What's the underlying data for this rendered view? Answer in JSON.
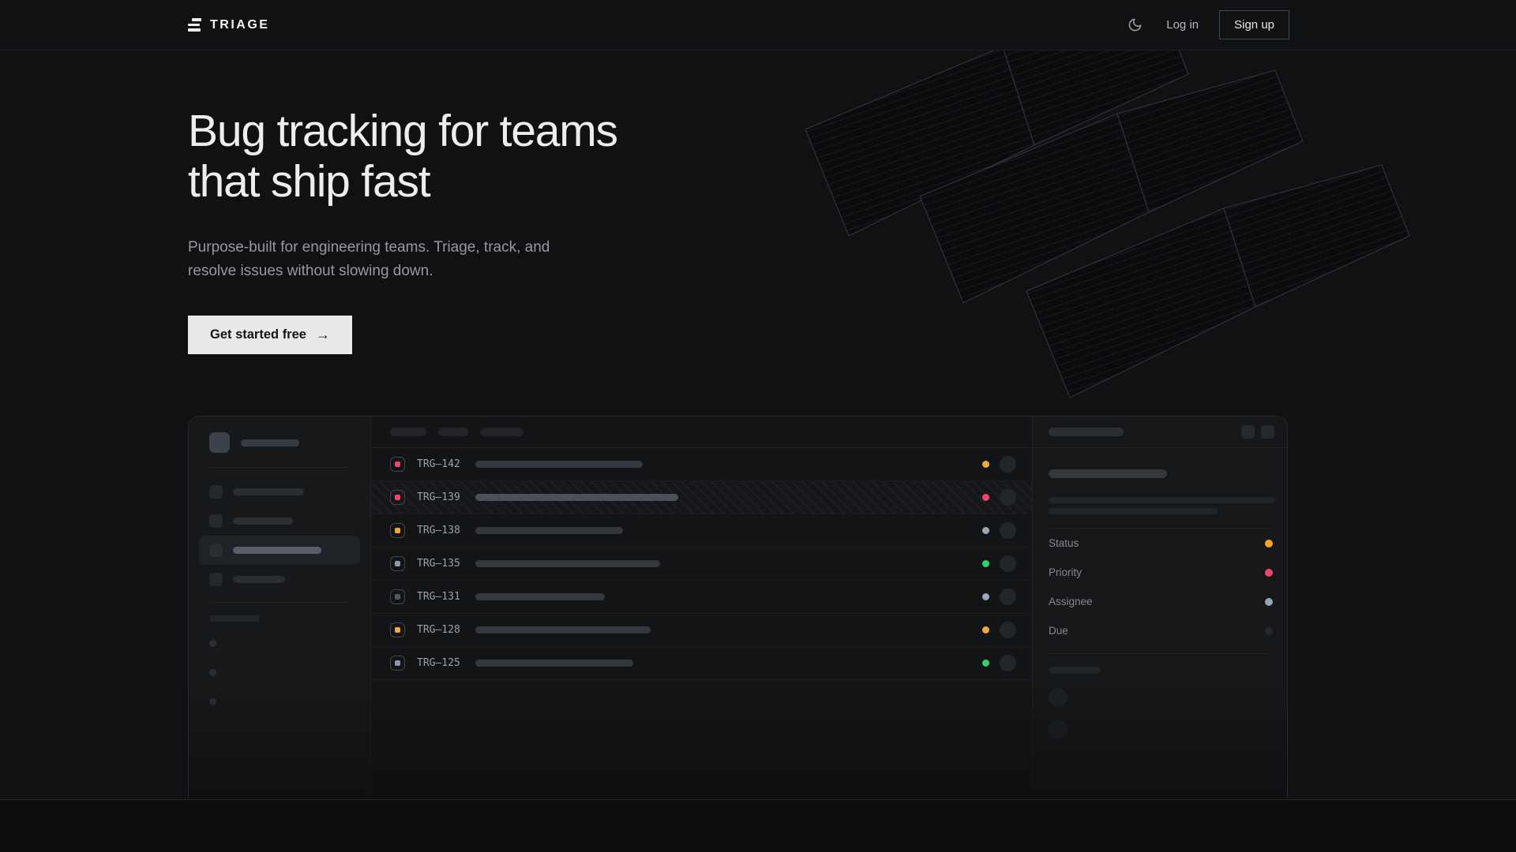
{
  "nav": {
    "brand": "TRIAGE",
    "login_label": "Log in",
    "signup_label": "Sign up",
    "theme_icon": "moon"
  },
  "hero": {
    "title_lines": [
      "Bug tracking for teams",
      "that ship fast"
    ],
    "subtitle_lines": [
      "Purpose-built for engineering teams. Triage, track, and",
      "resolve issues without slowing down."
    ],
    "cta_label": "Get started free",
    "cta_arrow": "→"
  },
  "mockup": {
    "issues": [
      {
        "id": "TRG–142",
        "icon_color": "#f0436e",
        "status_color": "#f2a93b",
        "title_w": 212,
        "selected": false
      },
      {
        "id": "TRG–139",
        "icon_color": "#f0436e",
        "status_color": "#f0436e",
        "title_w": 257,
        "selected": true
      },
      {
        "id": "TRG–138",
        "icon_color": "#f2a93b",
        "status_color": "#9aa8bf",
        "title_w": 187,
        "selected": false
      },
      {
        "id": "TRG–135",
        "icon_color": "#8e99ab",
        "status_color": "#2fd36f",
        "title_w": 234,
        "selected": false
      },
      {
        "id": "TRG–131",
        "icon_color": "#53575e",
        "status_color": "#9aa8bf",
        "title_w": 164,
        "selected": false
      },
      {
        "id": "TRG–128",
        "icon_color": "#f2a93b",
        "status_color": "#f2a93b",
        "title_w": 222,
        "selected": false
      },
      {
        "id": "TRG–125",
        "icon_color": "#8e99ab",
        "status_color": "#2fd36f",
        "title_w": 200,
        "selected": false
      }
    ],
    "detail_fields": [
      {
        "label": "Status",
        "dot_color": "#f6a623"
      },
      {
        "label": "Priority",
        "dot_color": "#ef4370"
      },
      {
        "label": "Assignee",
        "dot_color": "#93a3b8"
      },
      {
        "label": "Due",
        "dot_color": "#26292c"
      }
    ]
  },
  "colors": {
    "page_bg": "#101113",
    "accent_amber": "#f2a93b",
    "accent_rose": "#f0436e",
    "accent_green": "#2fd36f",
    "accent_slate": "#93a3b8",
    "cta_bg": "#e9e9e8"
  }
}
